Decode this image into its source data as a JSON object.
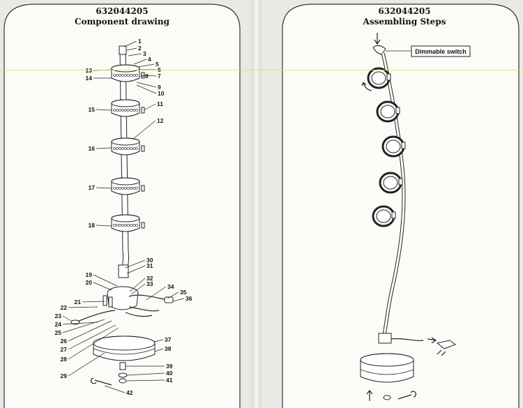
{
  "left": {
    "model": "632044205",
    "title": "Component drawing",
    "callouts": [
      "1",
      "2",
      "3",
      "4",
      "5",
      "6",
      "7",
      "8",
      "9",
      "10",
      "11",
      "12",
      "13",
      "14",
      "15",
      "16",
      "17",
      "18",
      "19",
      "20",
      "21",
      "22",
      "23",
      "24",
      "25",
      "26",
      "27",
      "28",
      "29",
      "30",
      "31",
      "32",
      "33",
      "34",
      "35",
      "36",
      "37",
      "38",
      "39",
      "40",
      "41",
      "42"
    ]
  },
  "right": {
    "model": "632044205",
    "title": "Assembling Steps",
    "switch_label": "Dimmable switch"
  }
}
